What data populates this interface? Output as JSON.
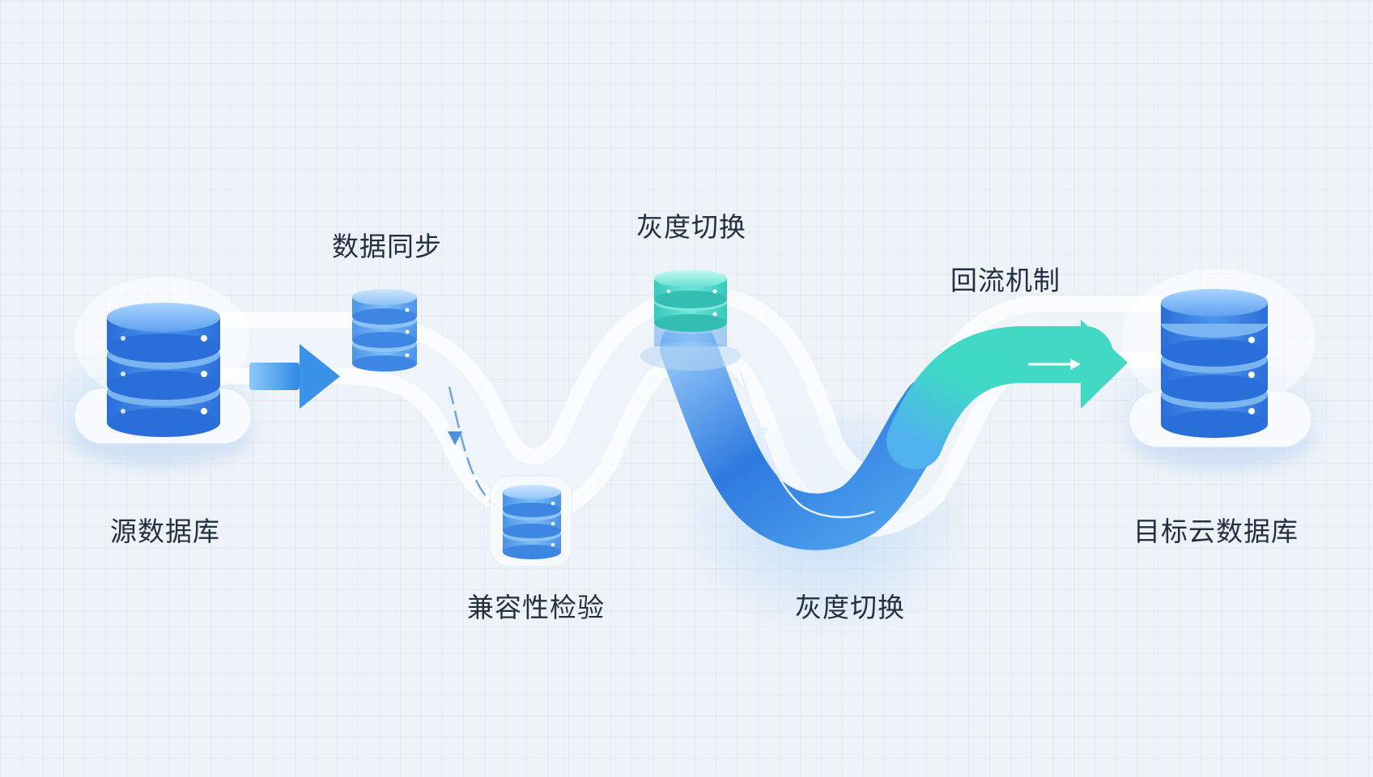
{
  "labels": {
    "source_db": "源数据库",
    "data_sync": "数据同步",
    "compat_check": "兼容性检验",
    "gray_switch_top": "灰度切换",
    "gray_switch_bottom": "灰度切换",
    "rollback": "回流机制",
    "target_db": "目标云数据库"
  },
  "icons": {
    "source": "database-icon",
    "sync": "database-icon",
    "compat": "database-icon",
    "gray": "database-icon",
    "target": "database-icon"
  },
  "colors": {
    "background": "#eef3f8",
    "primary_blue": "#2f7ae0",
    "light_blue": "#6fb4f2",
    "teal": "#3fd9c6",
    "text": "#243042"
  }
}
